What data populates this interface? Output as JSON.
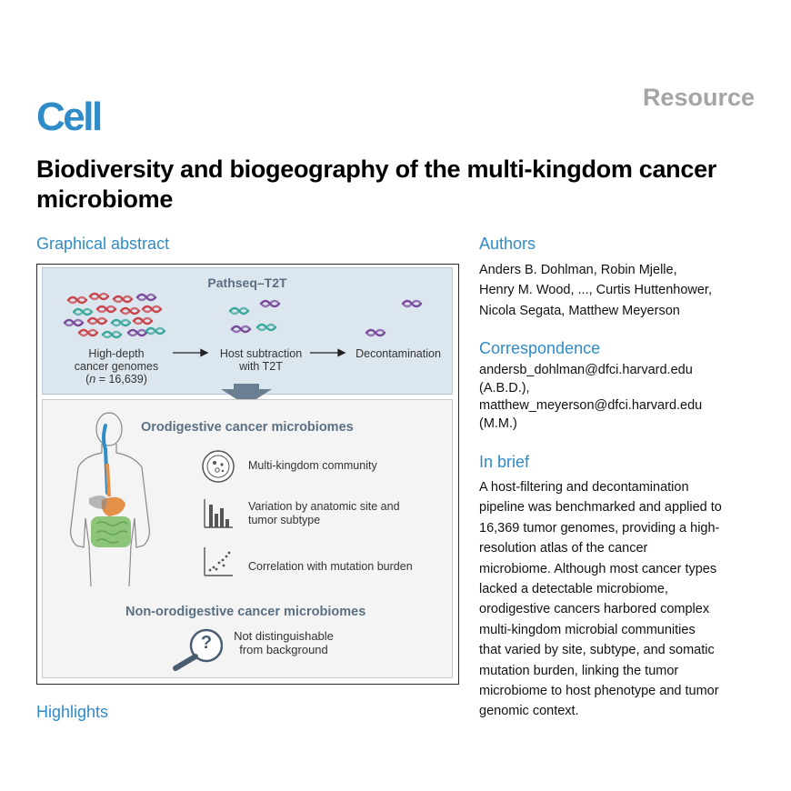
{
  "header": {
    "journal": "Cell",
    "section": "Resource",
    "title": "Biodiversity and biogeography of the multi-kingdom cancer microbiome"
  },
  "abstract": {
    "heading": "Graphical abstract",
    "pipeline_title": "Pathseq–T2T",
    "step1_line1": "High-depth",
    "step1_line2": "cancer genomes",
    "step1_n": "n",
    "step1_count": " = 16,639)",
    "step1_open": "(",
    "step2_line1": "Host subtraction",
    "step2_line2": "with T2T",
    "step3": "Decontamination",
    "orodigestive_title": "Orodigestive cancer microbiomes",
    "item1": "Multi-kingdom community",
    "item2_line1": "Variation by anatomic site and",
    "item2_line2": "tumor subtype",
    "item3": "Correlation with mutation burden",
    "non_orodigestive_title": "Non-orodigestive cancer microbiomes",
    "item4_line1": "Not distinguishable",
    "item4_line2": "from background",
    "question_mark": "?"
  },
  "highlights": {
    "heading": "Highlights"
  },
  "authors": {
    "heading": "Authors",
    "line1": "Anders B. Dohlman, Robin Mjelle,",
    "line2": "Henry M. Wood, ..., Curtis Huttenhower,",
    "line3": "Nicola Segata, Matthew Meyerson"
  },
  "correspondence": {
    "heading": "Correspondence",
    "email1": "andersb_dohlman@dfci.harvard.edu",
    "initials1": "(A.B.D.),",
    "email2": "matthew_meyerson@dfci.harvard.edu",
    "initials2": "(M.M.)"
  },
  "in_brief": {
    "heading": "In brief",
    "lines": [
      "A host-filtering and decontamination",
      "pipeline was benchmarked and applied to",
      "16,369 tumor genomes, providing a high-",
      "resolution atlas of the cancer",
      "microbiome. Although most cancer types",
      "lacked a detectable microbiome,",
      "orodigestive cancers harbored complex",
      "multi-kingdom microbial communities",
      "that varied by site, subtype, and somatic",
      "mutation burden, linking the tumor",
      "microbiome to host phenotype and tumor",
      "genomic context."
    ]
  },
  "colors": {
    "accent": "#2f8cc8",
    "dna_red": "#c8434a",
    "dna_purple": "#7a4a9a",
    "dna_teal": "#3aa79a"
  }
}
